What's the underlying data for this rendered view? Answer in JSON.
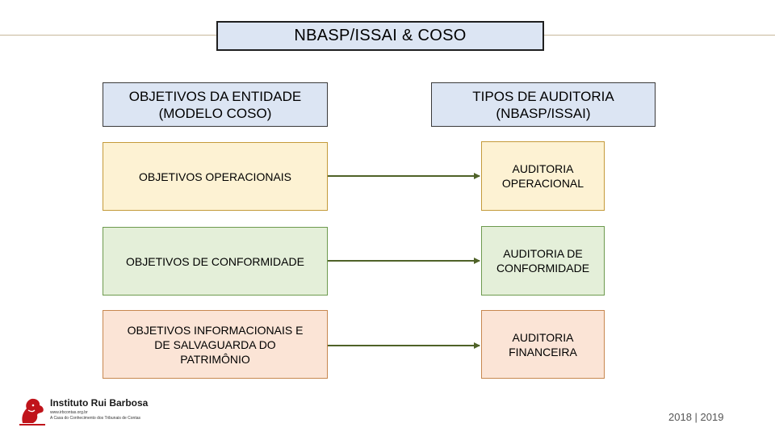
{
  "title": "NBASP/ISSAI & COSO",
  "headers": {
    "left": {
      "line1": "OBJETIVOS DA ENTIDADE",
      "line2": "(MODELO COSO)"
    },
    "right": {
      "line1": "TIPOS DE AUDITORIA",
      "line2": "(NBASP/ISSAI)"
    }
  },
  "rows": [
    {
      "objective": [
        "OBJETIVOS OPERACIONAIS"
      ],
      "audit": [
        "AUDITORIA",
        "OPERACIONAL"
      ],
      "color": "#fdf2d3"
    },
    {
      "objective": [
        "OBJETIVOS DE CONFORMIDADE"
      ],
      "audit": [
        "AUDITORIA DE",
        "CONFORMIDADE"
      ],
      "color": "#e4efd9"
    },
    {
      "objective": [
        "OBJETIVOS INFORMACIONAIS E",
        "DE SALVAGUARDA DO",
        "PATRIMÔNIO"
      ],
      "audit": [
        "AUDITORIA",
        "FINANCEIRA"
      ],
      "color": "#fbe4d6"
    }
  ],
  "arrow_color": "#4f6228",
  "logo": {
    "name": "Instituto Rui Barbosa",
    "url": "www.irbcontas.org.br",
    "tagline": "A Casa do Conhecimento dos Tribunais de Contas",
    "accent_color": "#c0141b"
  },
  "year": "2018 | 2019"
}
